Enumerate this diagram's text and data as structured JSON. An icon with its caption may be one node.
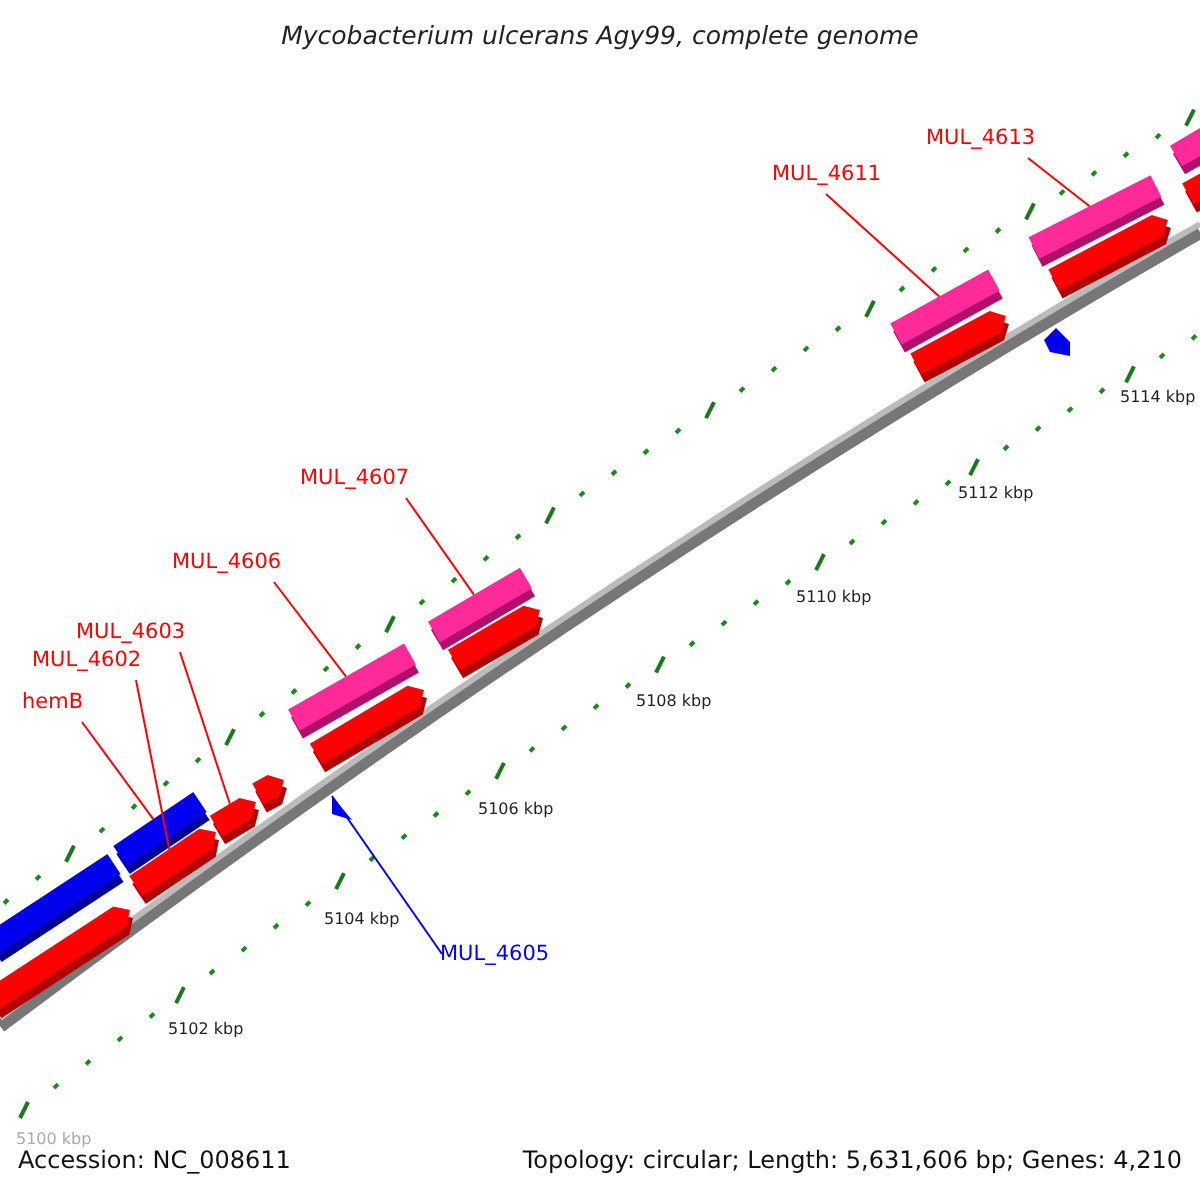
{
  "diagram": {
    "title": "Mycobacterium ulcerans Agy99, complete genome",
    "nodes": [
      {
        "text": [
          "hemB"
        ]
      },
      {
        "text": [],
        "shape": "bar"
      },
      {
        "text": [
          "MUL_4602"
        ]
      },
      {
        "text": [],
        "shape": "arrow"
      },
      {
        "text": [
          "MUL_4603"
        ]
      },
      {
        "text": [],
        "shape": "arrow"
      },
      {
        "text": [
          "MUL_4606"
        ]
      },
      {
        "text": [],
        "shape": "bar"
      },
      {
        "text": [
          "MUL_4607"
        ]
      },
      {
        "text": [],
        "shape": "bar"
      },
      {
        "text": [
          "MUL_4611"
        ]
      },
      {
        "text": [],
        "shape": "bar"
      },
      {
        "text": [
          "MUL_4613"
        ]
      },
      {
        "text": [],
        "shape": "bar"
      },
      {
        "text": [
          "MUL_4605"
        ]
      },
      {
        "text": [],
        "shape": "triangle"
      },
      {
        "text": [],
        "shape": "bar"
      },
      {
        "text": [],
        "shape": "arrow"
      },
      {
        "text": [],
        "shape": "arrow"
      },
      {
        "text": [],
        "shape": "arrow"
      },
      {
        "text": [],
        "shape": "arrow"
      },
      {
        "text": [],
        "shape": "pentagon"
      },
      {
        "text": [],
        "shape": "arrow"
      },
      {
        "text": [],
        "shape": "arrow"
      },
      {
        "text": [],
        "shape": "bar"
      },
      {
        "text": [],
        "shape": "arrow"
      }
    ],
    "edges": [
      {
        "from": 0,
        "to": 1,
        "arrow": "none"
      },
      {
        "from": 2,
        "to": 3,
        "arrow": "none"
      },
      {
        "from": 4,
        "to": 5,
        "arrow": "none"
      },
      {
        "from": 6,
        "to": 7,
        "arrow": "none"
      },
      {
        "from": 8,
        "to": 9,
        "arrow": "none"
      },
      {
        "from": 10,
        "to": 11,
        "arrow": "none"
      },
      {
        "from": 12,
        "to": 13,
        "arrow": "none"
      },
      {
        "from": 14,
        "to": 15,
        "arrow": "none",
        "color": "#0000ff"
      }
    ],
    "labels": [
      "5100 kbp",
      "5102 kbp",
      "5104 kbp",
      "5106 kbp",
      "5108 kbp",
      "5110 kbp",
      "5112 kbp",
      "5114 kbp",
      "Accession: NC_008611",
      "Topology: circular; Length: 5,631,606 bp; Genes: 4,210"
    ]
  }
}
